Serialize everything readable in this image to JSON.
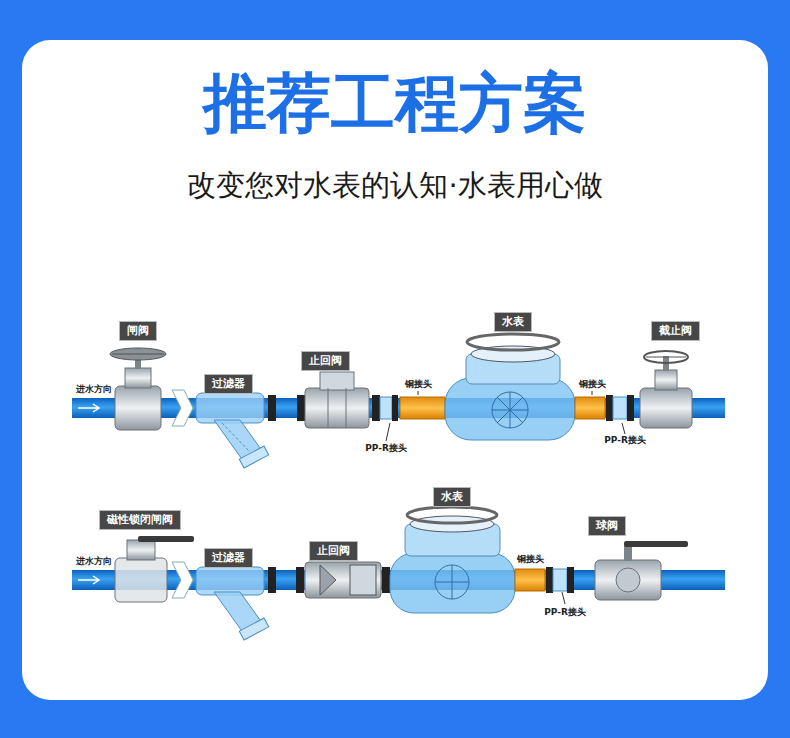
{
  "diagram": {
    "title": "推荐工程方案",
    "caption": "改变您对水表的认知·水表用心做",
    "nodes": [
      {
        "text": [
          "闸阀"
        ]
      },
      {
        "text": [
          "过滤器"
        ]
      },
      {
        "text": [
          "止回阀"
        ]
      },
      {
        "text": [
          "水表"
        ]
      },
      {
        "text": [
          "截止阀"
        ]
      },
      {
        "text": [
          "磁性锁闭闸阀"
        ]
      },
      {
        "text": [
          "过滤器"
        ]
      },
      {
        "text": [
          "止回阀"
        ]
      },
      {
        "text": [
          "水表"
        ]
      },
      {
        "text": [
          "球阀"
        ]
      }
    ],
    "labels": [
      "进水方向",
      "铜接头",
      "PP-R接头",
      "铜接头",
      "PP-R接头",
      "进水方向",
      "铜接头",
      "PP-R接头"
    ]
  }
}
